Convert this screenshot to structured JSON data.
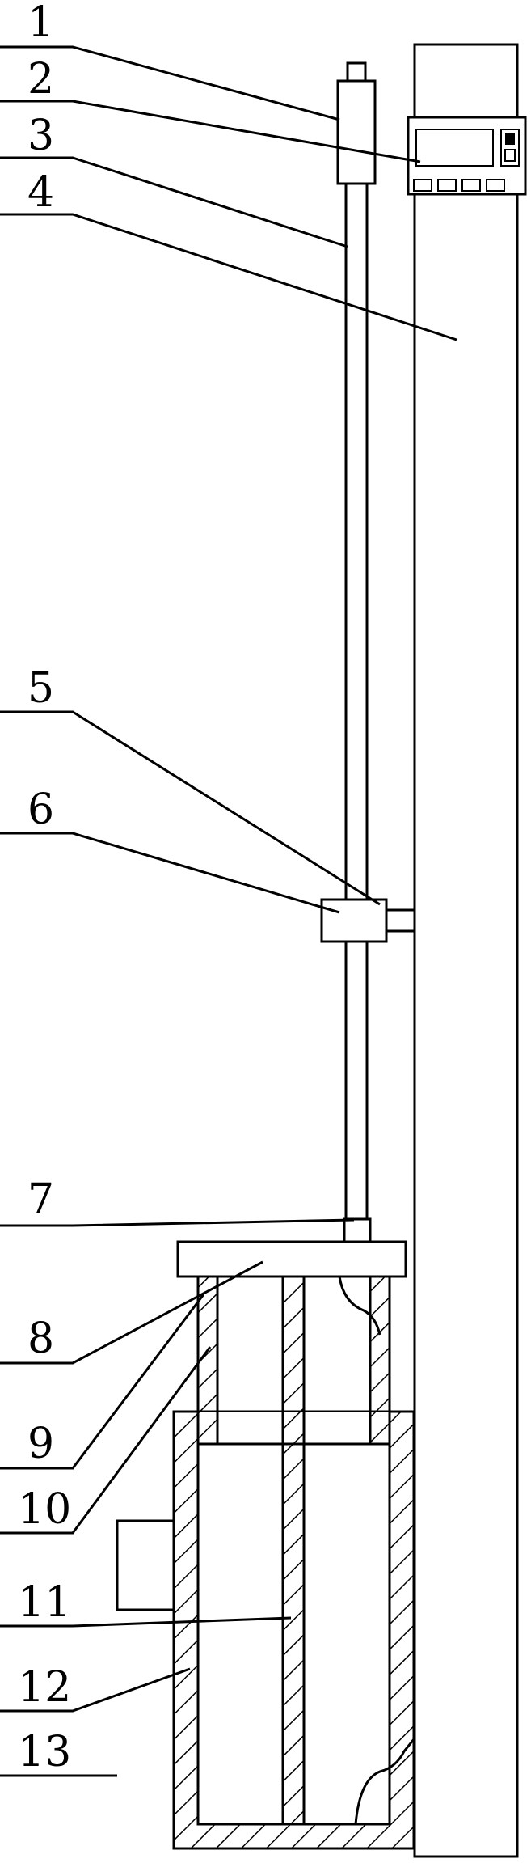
{
  "labels": [
    "1",
    "2",
    "3",
    "4",
    "5",
    "6",
    "7",
    "8",
    "9",
    "10",
    "11",
    "12",
    "13"
  ],
  "colors": {
    "line": "#000000",
    "background": "#ffffff"
  }
}
